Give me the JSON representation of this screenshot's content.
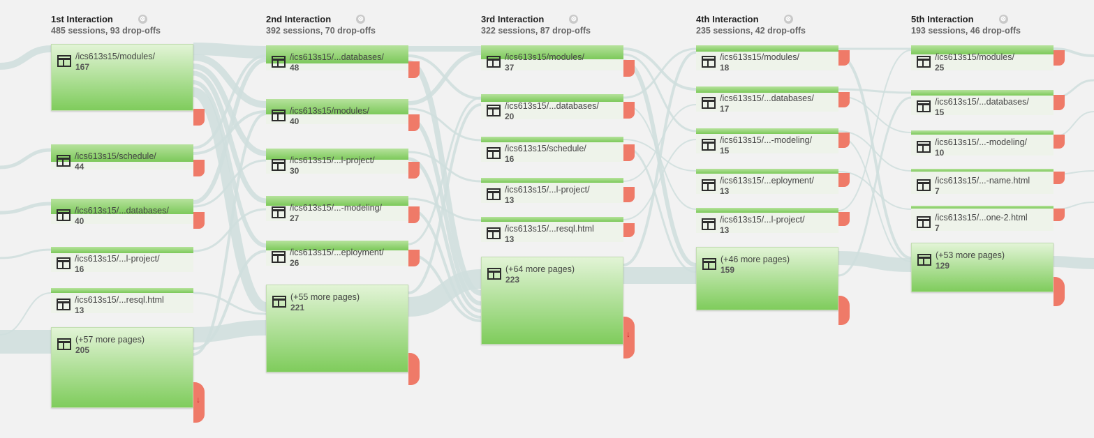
{
  "remove_glyph": "⊗",
  "drop_arrow": "↓",
  "columns": [
    {
      "title": "1st Interaction",
      "subtitle": "485 sessions, 93 drop-offs",
      "nodes": [
        {
          "label": "/ics613s15/modules/",
          "count": "167"
        },
        {
          "label": "/ics613s15/schedule/",
          "count": "44"
        },
        {
          "label": "/ics613s15/...databases/",
          "count": "40"
        },
        {
          "label": "/ics613s15/...l-project/",
          "count": "16"
        },
        {
          "label": "/ics613s15/...resql.html",
          "count": "13"
        },
        {
          "label": "(+57 more pages)",
          "count": "205"
        }
      ]
    },
    {
      "title": "2nd Interaction",
      "subtitle": "392 sessions, 70 drop-offs",
      "nodes": [
        {
          "label": "/ics613s15/...databases/",
          "count": "48"
        },
        {
          "label": "/ics613s15/modules/",
          "count": "40"
        },
        {
          "label": "/ics613s15/...l-project/",
          "count": "30"
        },
        {
          "label": "/ics613s15/...-modeling/",
          "count": "27"
        },
        {
          "label": "/ics613s15/...eployment/",
          "count": "26"
        },
        {
          "label": "(+55 more pages)",
          "count": "221"
        }
      ]
    },
    {
      "title": "3rd Interaction",
      "subtitle": "322 sessions, 87 drop-offs",
      "nodes": [
        {
          "label": "/ics613s15/modules/",
          "count": "37"
        },
        {
          "label": "/ics613s15/...databases/",
          "count": "20"
        },
        {
          "label": "/ics613s15/schedule/",
          "count": "16"
        },
        {
          "label": "/ics613s15/...l-project/",
          "count": "13"
        },
        {
          "label": "/ics613s15/...resql.html",
          "count": "13"
        },
        {
          "label": "(+64 more pages)",
          "count": "223"
        }
      ]
    },
    {
      "title": "4th Interaction",
      "subtitle": "235 sessions, 42 drop-offs",
      "nodes": [
        {
          "label": "/ics613s15/modules/",
          "count": "18"
        },
        {
          "label": "/ics613s15/...databases/",
          "count": "17"
        },
        {
          "label": "/ics613s15/...-modeling/",
          "count": "15"
        },
        {
          "label": "/ics613s15/...eployment/",
          "count": "13"
        },
        {
          "label": "/ics613s15/...l-project/",
          "count": "13"
        },
        {
          "label": "(+46 more pages)",
          "count": "159"
        }
      ]
    },
    {
      "title": "5th Interaction",
      "subtitle": "193 sessions, 46 drop-offs",
      "nodes": [
        {
          "label": "/ics613s15/modules/",
          "count": "25"
        },
        {
          "label": "/ics613s15/...databases/",
          "count": "15"
        },
        {
          "label": "/ics613s15/...-modeling/",
          "count": "10"
        },
        {
          "label": "/ics613s15/...-name.html",
          "count": "7"
        },
        {
          "label": "/ics613s15/...one-2.html",
          "count": "7"
        },
        {
          "label": "(+53 more pages)",
          "count": "129"
        }
      ]
    }
  ]
}
